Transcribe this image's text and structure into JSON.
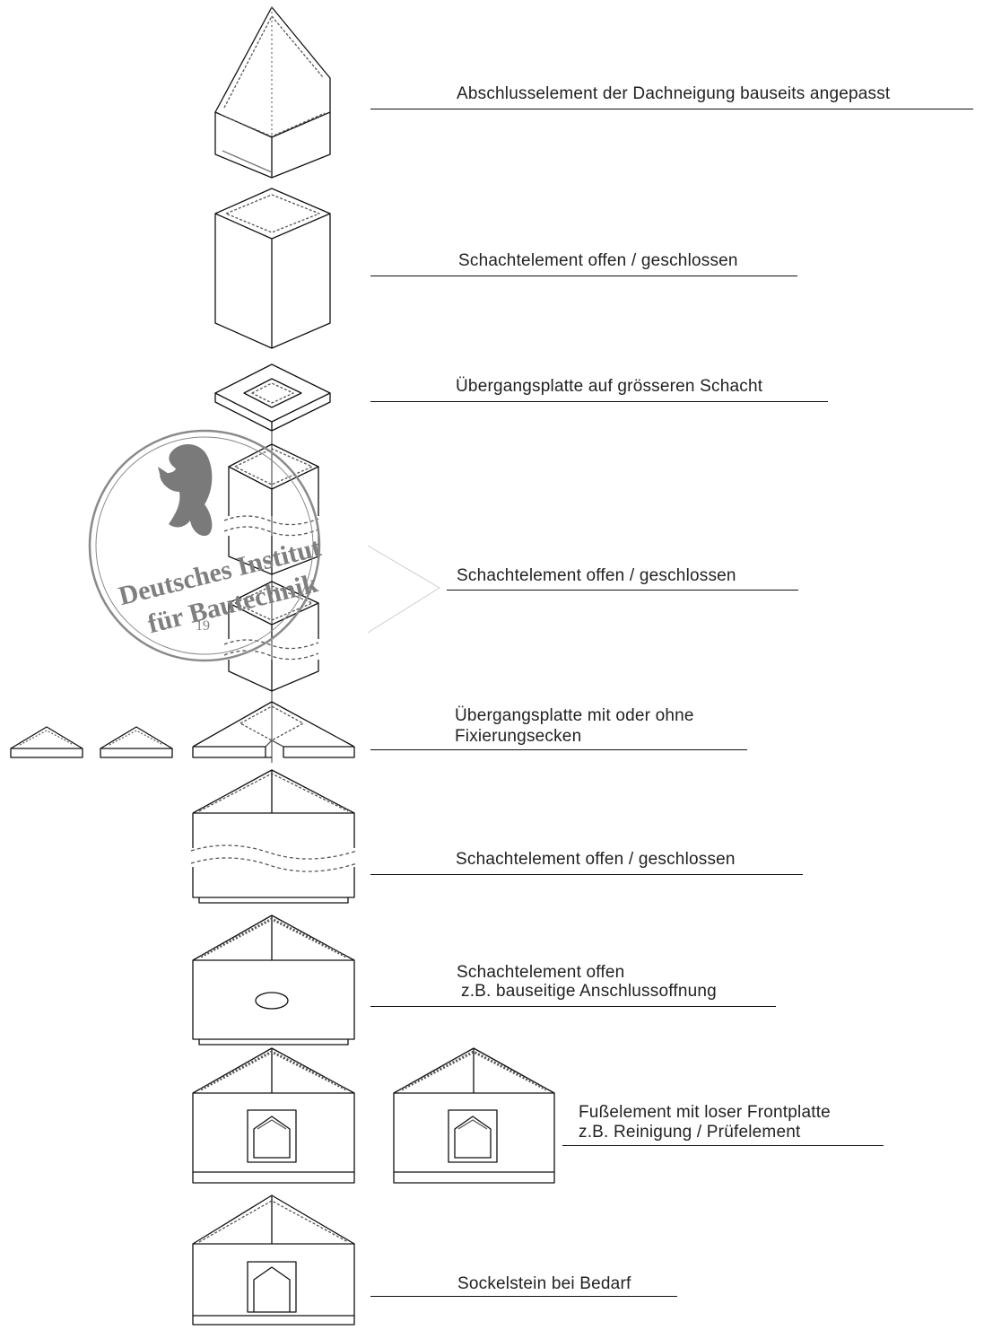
{
  "labels": {
    "top_cap": "Abschlusselement der Dachneigung bauseits angepasst",
    "shaft_1": "Schachtelement offen / geschlossen",
    "transition_large": "Übergangsplatte auf grösseren Schacht",
    "shaft_2": "Schachtelement offen / geschlossen",
    "transition_fix_line1": "Übergangsplatte mit oder ohne",
    "transition_fix_line2": "Fixierungsecken",
    "shaft_3": "Schachtelement offen / geschlossen",
    "shaft_opening_line1": "Schachtelement offen",
    "shaft_opening_line2": "z.B. bauseitige Anschlussoffnung",
    "foot_line1": "Fußelement mit loser Frontplatte",
    "foot_line2": "z.B. Reinigung / Prüfelement",
    "base": "Sockelstein bei Bedarf"
  },
  "stamp": {
    "line1": "Deutsches Institut",
    "line2": "für Bautechnik",
    "number": "19",
    "emblem": "bear-emblem",
    "color": "#8a8a8a"
  },
  "colors": {
    "line": "#111111",
    "hatch": "#555555"
  }
}
